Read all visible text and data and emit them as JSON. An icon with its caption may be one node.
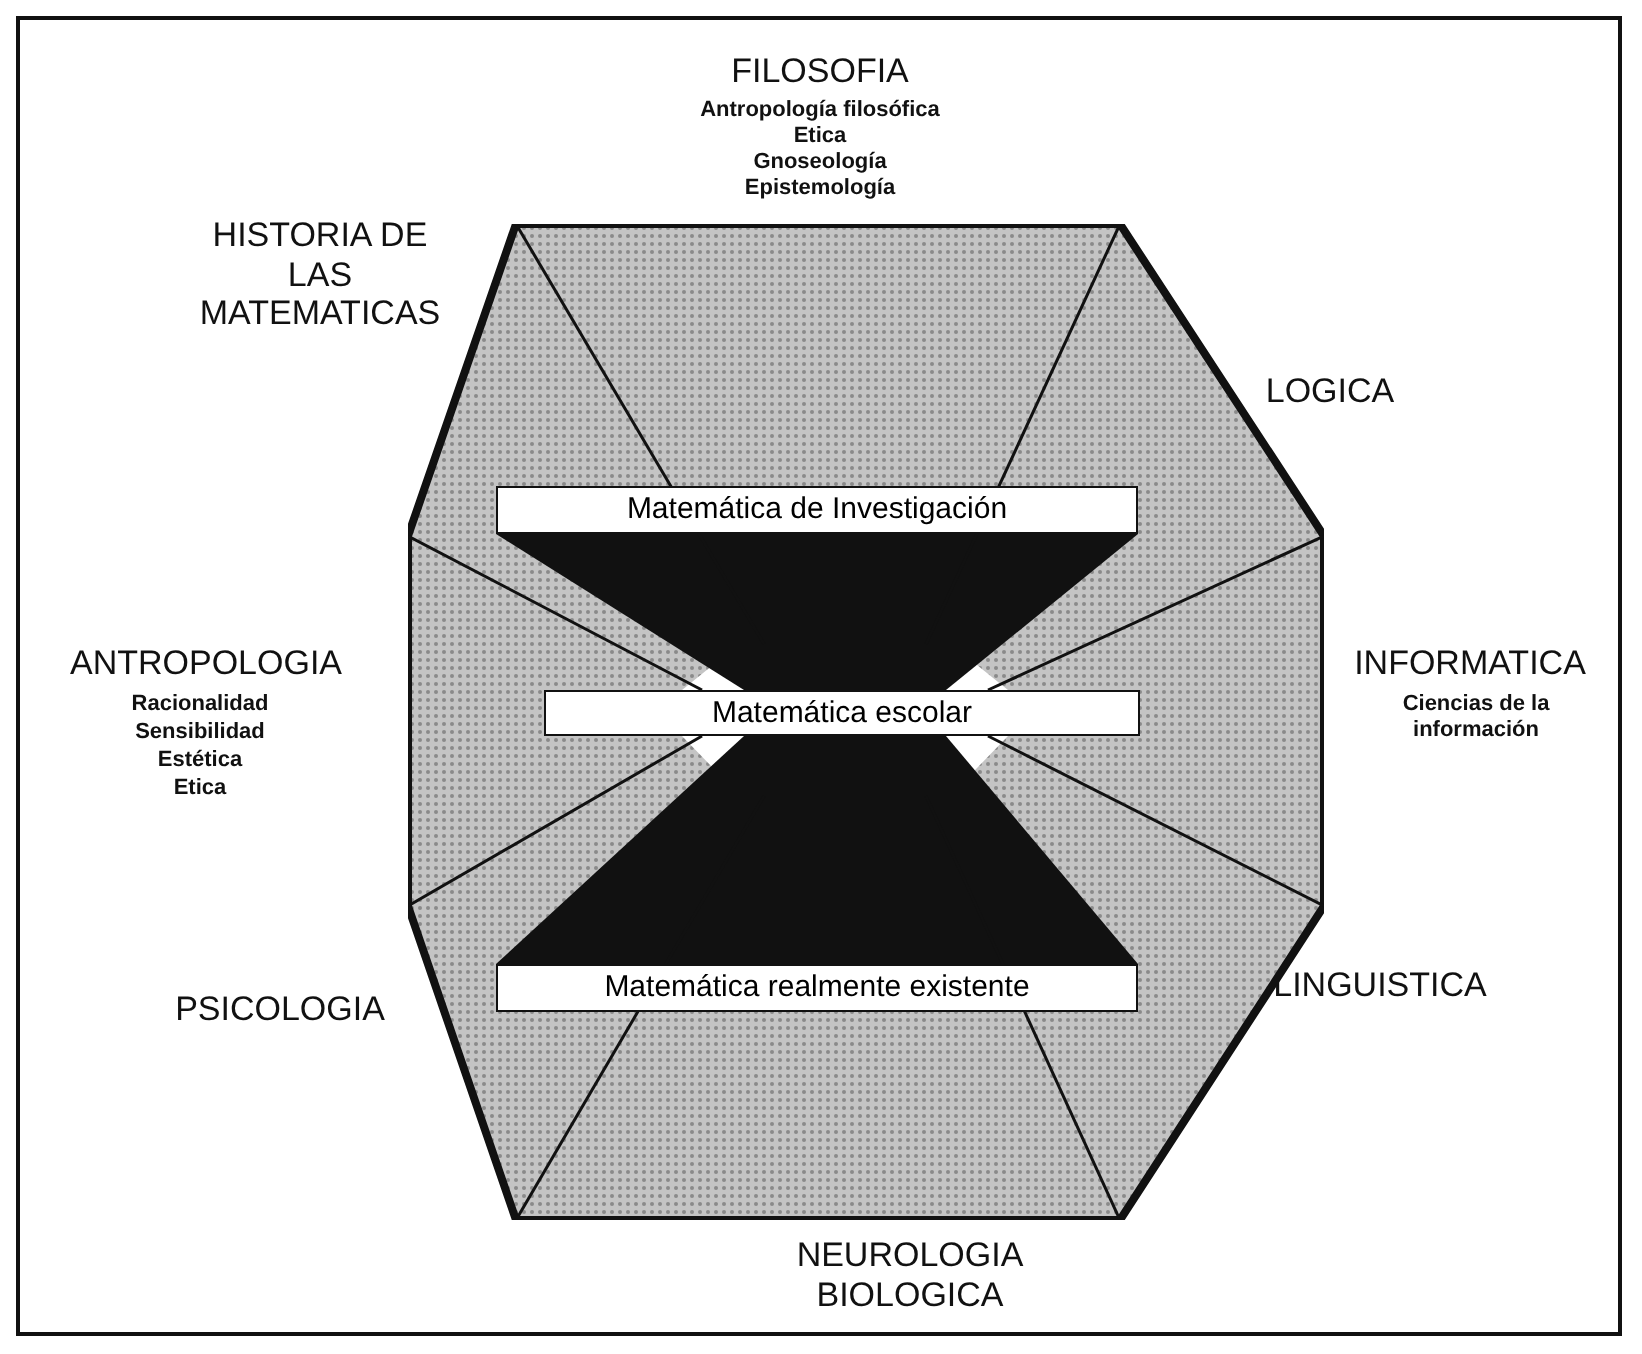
{
  "diagram": {
    "nodes": [
      {
        "text": [],
        "shape": "octagon"
      },
      {
        "text": [
          "Matemática de Investigación"
        ],
        "in": 0
      },
      {
        "text": [
          "Matemática escolar"
        ],
        "in": 0
      },
      {
        "text": [
          "Matemática realmente existente"
        ],
        "in": 0
      }
    ],
    "labels": [
      "FILOSOFIA",
      "Antropología filosófica",
      "Etica",
      "Gnoseología",
      "Epistemología",
      "HISTORIA DE LAS MATEMATICAS",
      "LOGICA",
      "ANTROPOLOGIA",
      "Racionalidad",
      "Sensibilidad",
      "Estética",
      "Etica",
      "INFORMATICA",
      "Ciencias de la información",
      "PSICOLOGIA",
      "LINGUISTICA",
      "NEUROLOGIA BIOLOGICA"
    ]
  }
}
